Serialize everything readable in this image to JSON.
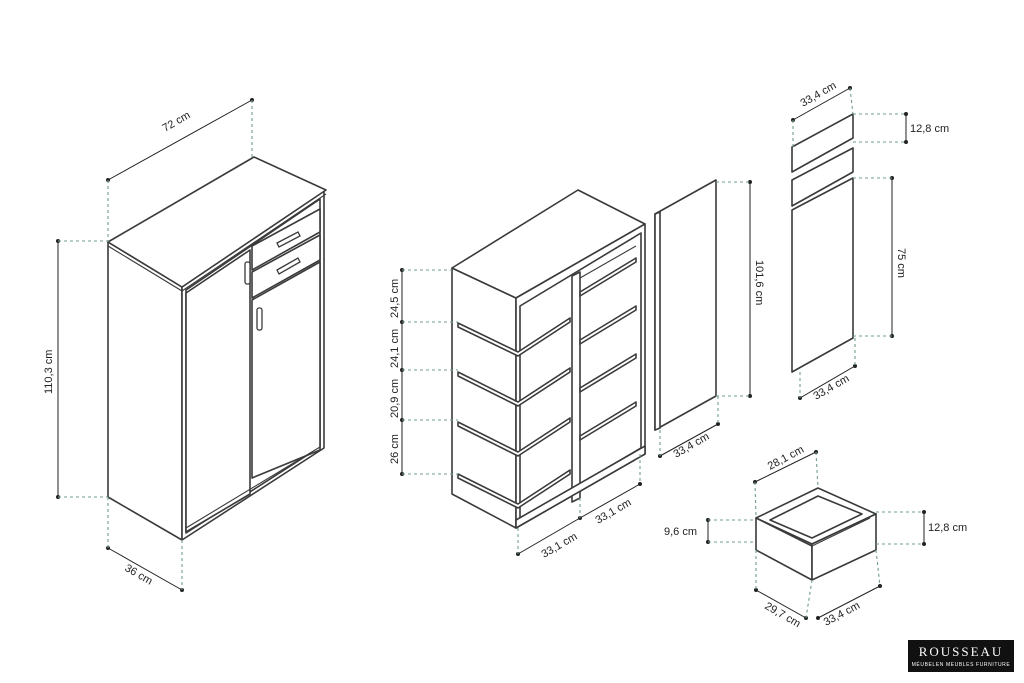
{
  "labels": {
    "cabinet_width": "72 cm",
    "cabinet_height": "110,3 cm",
    "cabinet_depth": "36 cm",
    "shelf_1": "24,5 cm",
    "shelf_2": "24,1 cm",
    "shelf_3": "20,9 cm",
    "shelf_4": "26 cm",
    "compartment_left_width": "33,1 cm",
    "compartment_right_width": "33,1 cm",
    "door_height": "101,6 cm",
    "door_width": "33,4 cm",
    "front_top_width": "33,4 cm",
    "drawer_front_height": "12,8 cm",
    "small_door_height": "75 cm",
    "front_bottom_width": "33,4 cm",
    "drawer_width": "28,1 cm",
    "drawer_inner_height": "9,6 cm",
    "drawer_outer_height": "12,8 cm",
    "drawer_depth": "29,7 cm",
    "drawer_front_width": "33,4 cm"
  },
  "logo": {
    "brand": "ROUSSEAU",
    "tagline": "MÉUBELEN MEUBLES FURNITURE"
  }
}
